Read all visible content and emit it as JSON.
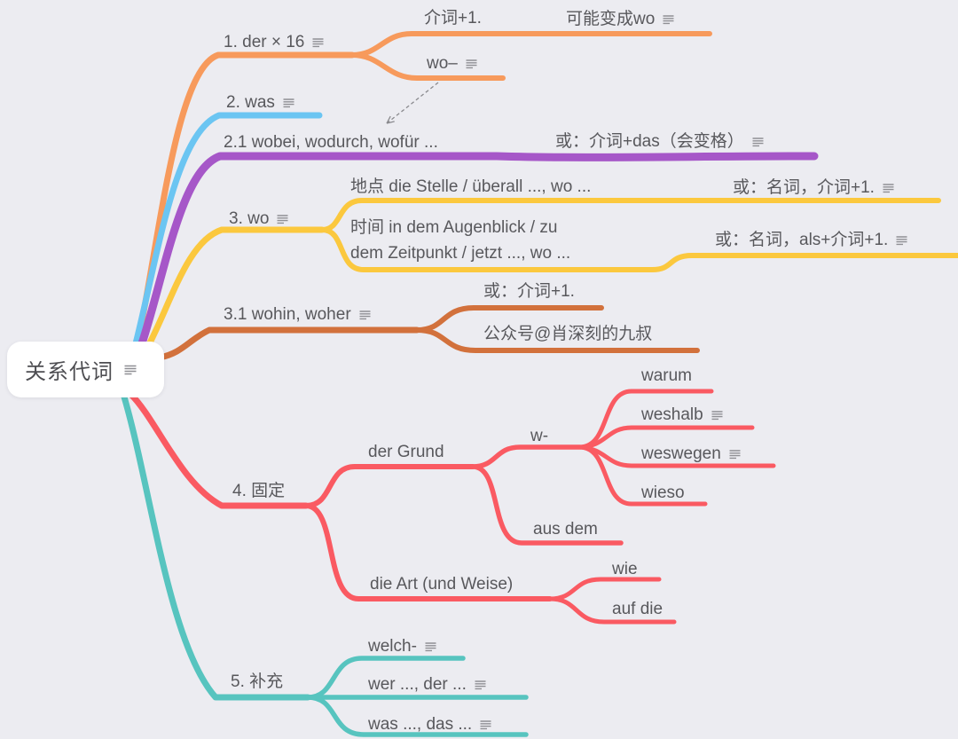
{
  "colors": {
    "background": "#ECECF1",
    "text": "#58585C",
    "root_text": "#4E4E52",
    "note_icon": "#8F8F94",
    "cross_link_arrow": "#8A8A8E"
  },
  "cross_link": {
    "from": "wo–",
    "to": "2.1 wobei, wodurch, wofür ...",
    "style": "dashed-arrow"
  },
  "mindmap": {
    "root": {
      "label": "关系代词",
      "has_note": true
    },
    "branches": [
      {
        "label": "1. der × 16",
        "color": "#F79A5C",
        "has_note": true,
        "children": [
          {
            "label": "介词+1.",
            "has_note": false,
            "children": [
              {
                "label": "可能变成wo",
                "has_note": true
              }
            ]
          },
          {
            "label": "wo–",
            "has_note": true
          }
        ]
      },
      {
        "label": "2. was",
        "color": "#6BC5F2",
        "has_note": true,
        "children": []
      },
      {
        "label": "2.1 wobei, wodurch, wofür ...",
        "color": "#A657C8",
        "has_note": false,
        "children": [
          {
            "label": "或：介词+das（会变格）",
            "has_note": true
          }
        ]
      },
      {
        "label": "3. wo",
        "color": "#FBC83E",
        "has_note": true,
        "children": [
          {
            "label": "地点 die Stelle / überall ..., wo ...",
            "has_note": false,
            "children": [
              {
                "label": "或：名词，介词+1.",
                "has_note": true
              }
            ]
          },
          {
            "label": "时间 in dem Augenblick / zu\ndem Zeitpunkt / jetzt ..., wo ...",
            "has_note": false,
            "children": [
              {
                "label": "或：名词，als+介词+1.",
                "has_note": true
              }
            ]
          }
        ]
      },
      {
        "label": "3.1 wohin, woher",
        "color": "#D2713C",
        "has_note": true,
        "children": [
          {
            "label": "或：介词+1.",
            "has_note": false
          },
          {
            "label": "公众号@肖深刻的九叔",
            "has_note": false
          }
        ]
      },
      {
        "label": "4. 固定",
        "color": "#FA5A62",
        "has_note": false,
        "children": [
          {
            "label": "der Grund",
            "has_note": false,
            "children": [
              {
                "label": "w-",
                "has_note": false,
                "children": [
                  {
                    "label": "warum",
                    "has_note": false
                  },
                  {
                    "label": "weshalb",
                    "has_note": true
                  },
                  {
                    "label": "weswegen",
                    "has_note": true
                  },
                  {
                    "label": "wieso",
                    "has_note": false
                  }
                ]
              },
              {
                "label": "aus dem",
                "has_note": false
              }
            ]
          },
          {
            "label": "die Art (und Weise)",
            "has_note": false,
            "children": [
              {
                "label": "wie",
                "has_note": false
              },
              {
                "label": "auf die",
                "has_note": false
              }
            ]
          }
        ]
      },
      {
        "label": "5. 补充",
        "color": "#57C4BF",
        "has_note": false,
        "children": [
          {
            "label": "welch-",
            "has_note": true
          },
          {
            "label": "wer ..., der ...",
            "has_note": true
          },
          {
            "label": "was ..., das ...",
            "has_note": true
          }
        ]
      }
    ]
  }
}
